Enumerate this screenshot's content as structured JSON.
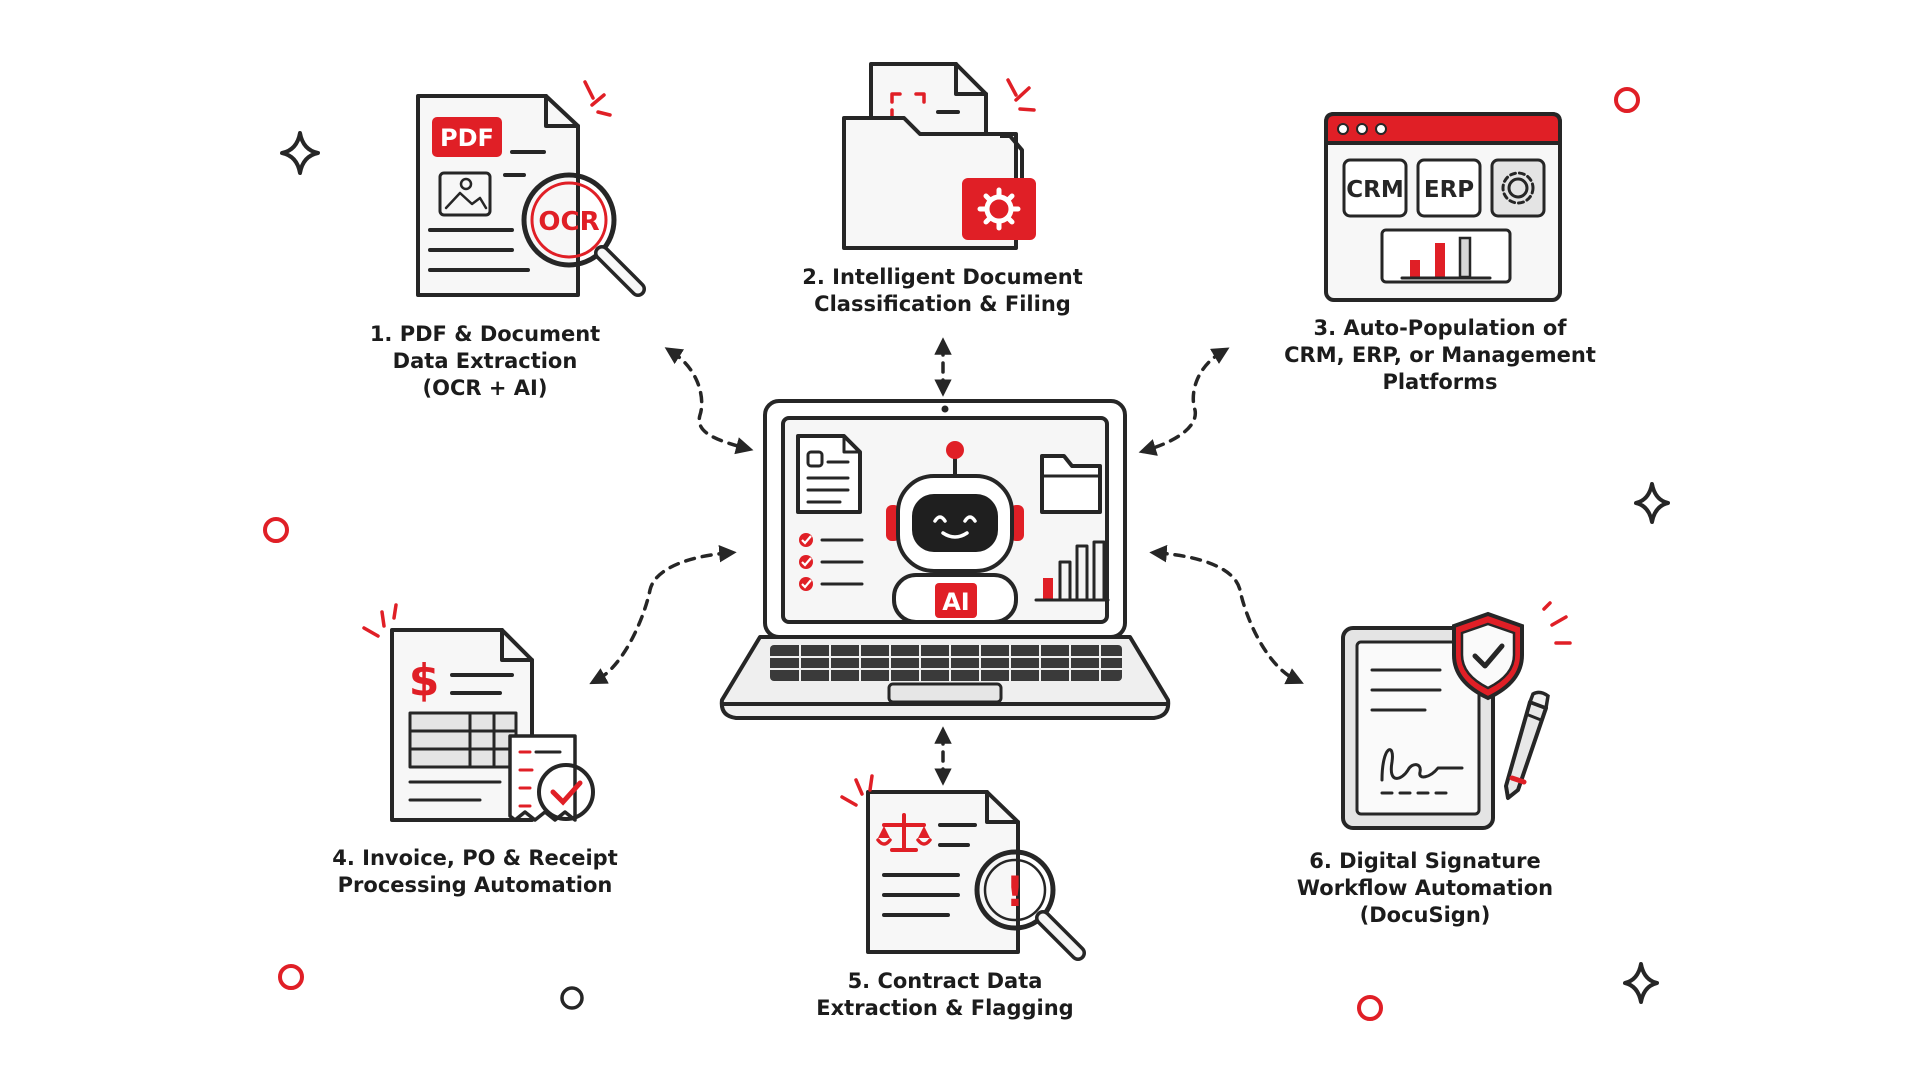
{
  "center": {
    "badge": "AI"
  },
  "nodes": [
    {
      "id": "pdf-extraction",
      "lines": [
        "1. PDF & Document",
        "Data Extraction",
        "(OCR + AI)"
      ],
      "icon_texts": [
        "PDF",
        "OCR"
      ]
    },
    {
      "id": "classification",
      "lines": [
        "2. Intelligent Document",
        "Classification & Filing"
      ],
      "icon_texts": []
    },
    {
      "id": "auto-population",
      "lines": [
        "3. Auto-Population of",
        "CRM, ERP, or Management",
        "Platforms"
      ],
      "icon_texts": [
        "CRM",
        "ERP"
      ]
    },
    {
      "id": "invoice",
      "lines": [
        "4. Invoice, PO & Receipt",
        "Processing Automation"
      ],
      "icon_texts": [
        "$"
      ]
    },
    {
      "id": "contract",
      "lines": [
        "5. Contract Data",
        "Extraction & Flagging"
      ],
      "icon_texts": [
        "!"
      ]
    },
    {
      "id": "signature",
      "lines": [
        "6. Digital Signature",
        "Workflow Automation",
        "(DocuSign)"
      ],
      "icon_texts": []
    }
  ],
  "colors": {
    "accent": "#e01f26",
    "ink": "#262626",
    "paper": "#f4f4f4"
  }
}
